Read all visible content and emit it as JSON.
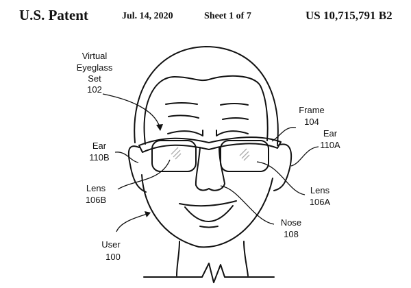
{
  "header": {
    "title": "U.S. Patent",
    "date": "Jul. 14, 2020",
    "sheet": "Sheet 1 of 7",
    "patent_number": "US 10,715,791 B2"
  },
  "labels": {
    "eyeglass": [
      "Virtual",
      "Eyeglass",
      "Set",
      "102"
    ],
    "frame": [
      "Frame",
      "104"
    ],
    "ear_b": [
      "Ear",
      "110B"
    ],
    "ear_a": [
      "Ear",
      "110A"
    ],
    "lens_b": [
      "Lens",
      "106B"
    ],
    "lens_a": [
      "Lens",
      "106A"
    ],
    "nose": [
      "Nose",
      "108"
    ],
    "user": [
      "User",
      "100"
    ]
  }
}
